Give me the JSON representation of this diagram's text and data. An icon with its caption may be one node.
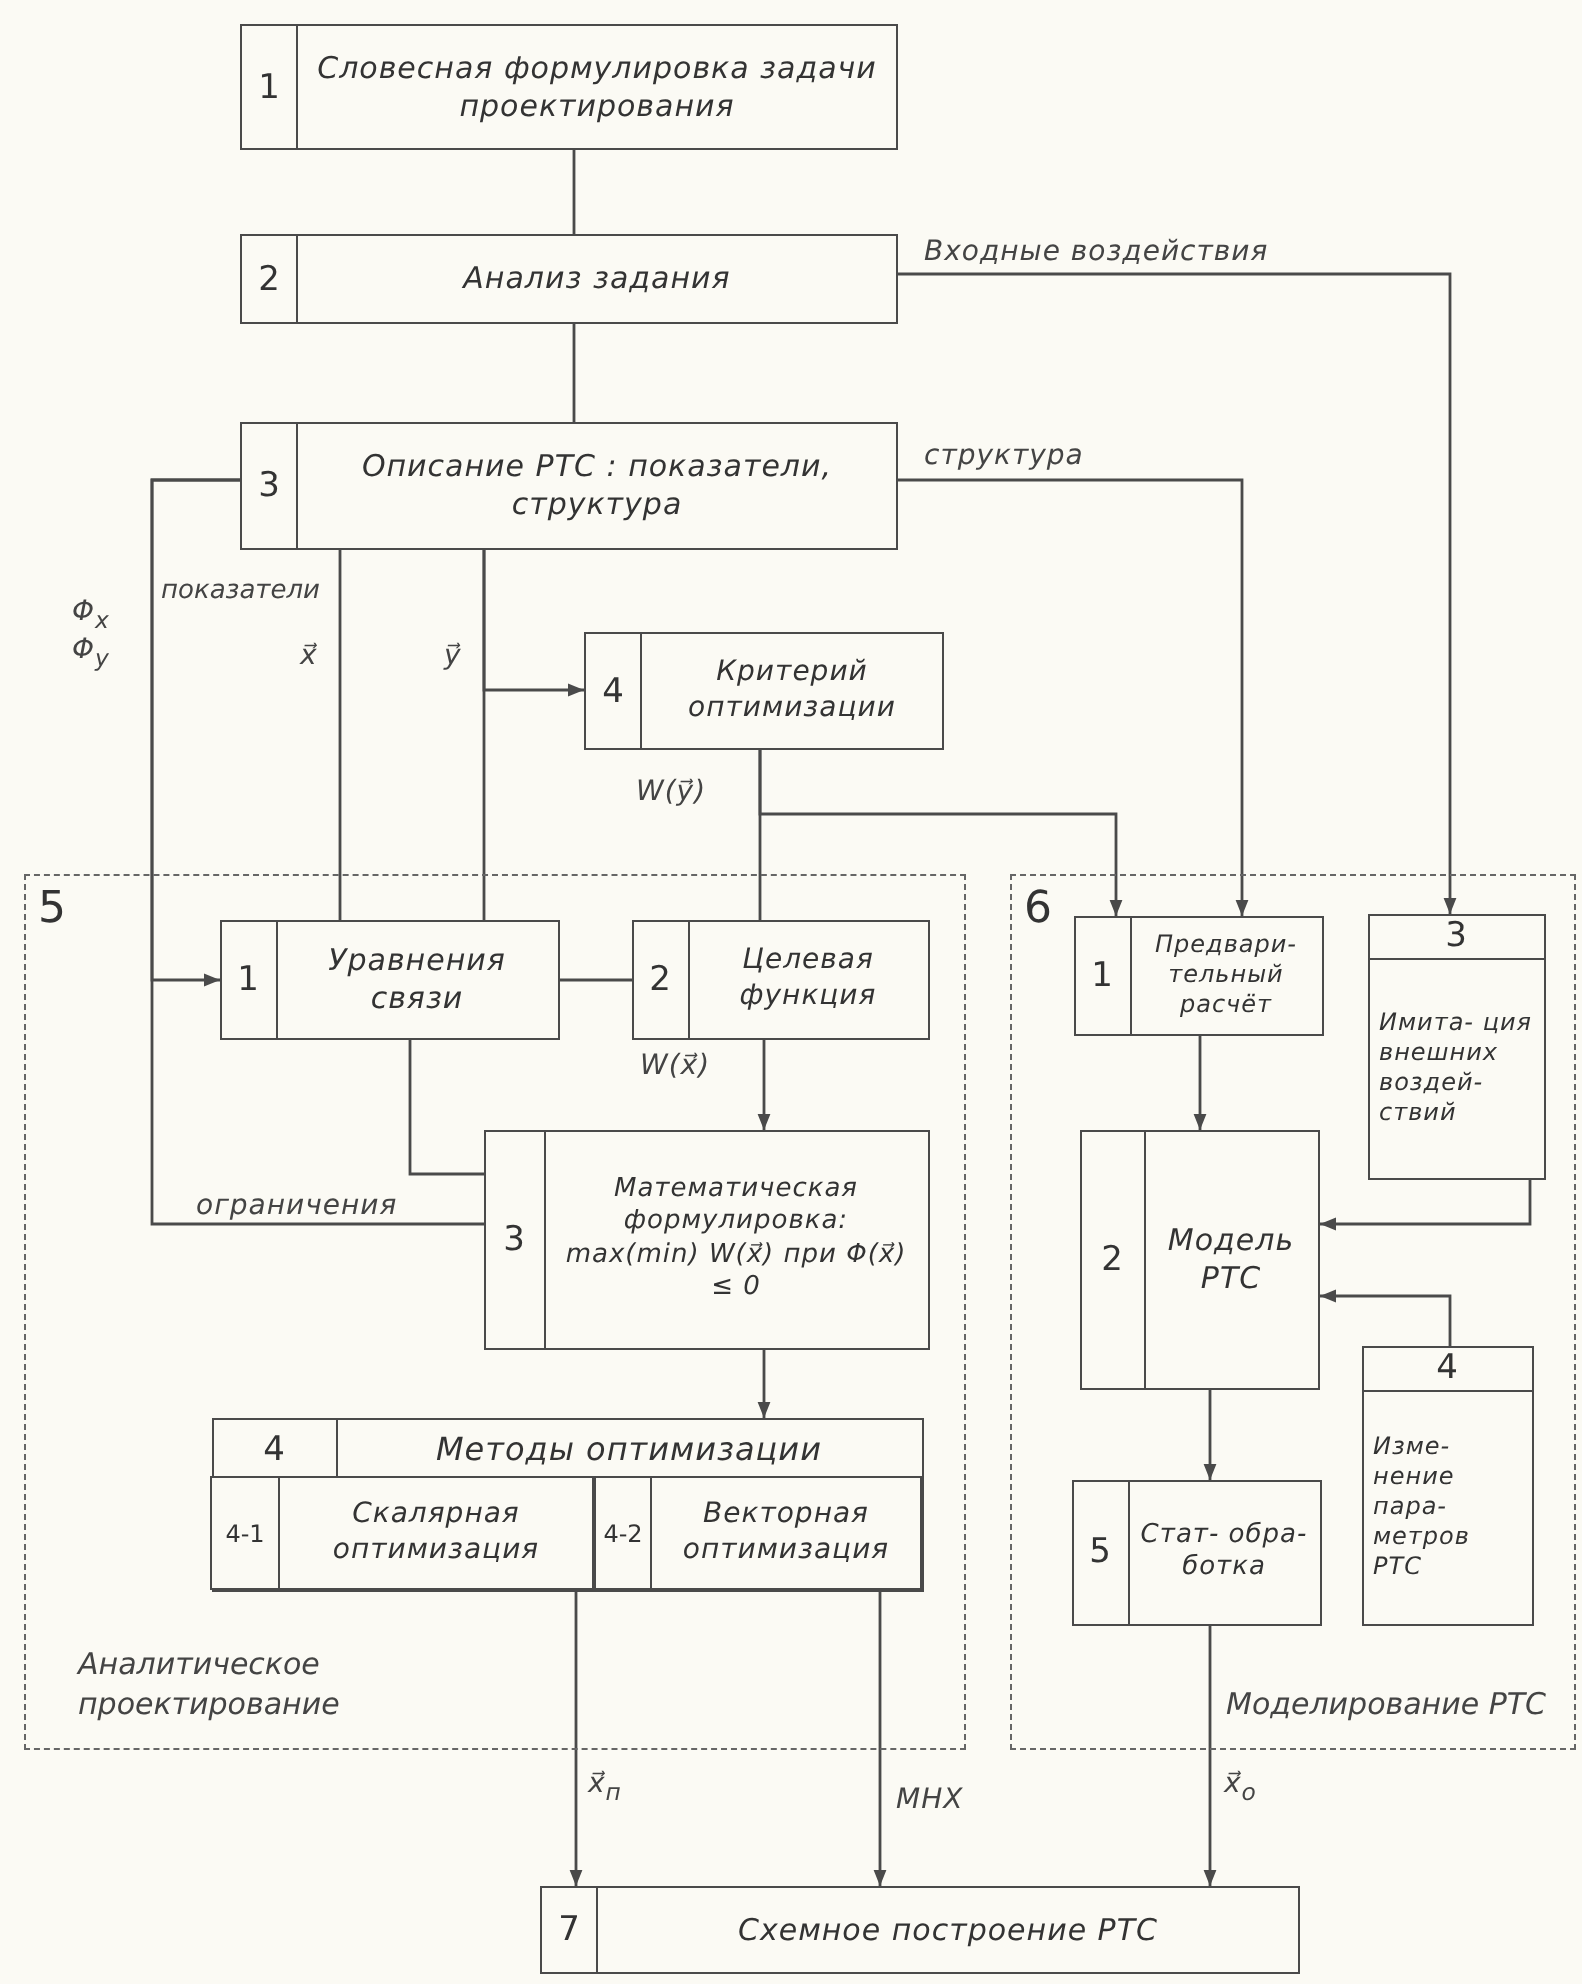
{
  "diagram": {
    "nodes": [
      {
        "text": [
          "1",
          "Словесная формулировка задачи проектирования"
        ]
      },
      {
        "text": [
          "2",
          "Анализ задания"
        ]
      },
      {
        "text": [
          "3",
          "Описание РТС : показатели, структура"
        ]
      },
      {
        "text": [
          "5",
          "Аналитическое проектирование"
        ]
      },
      {
        "text": [
          "6",
          "Моделирование РТС"
        ]
      },
      {
        "text": [
          "4",
          "Критерий оптимизации"
        ]
      },
      {
        "text": [
          "1",
          "Уравнения связи"
        ],
        "in": 3
      },
      {
        "text": [
          "2",
          "Целевая функция"
        ],
        "in": 3
      },
      {
        "text": [
          "3",
          "Математическая формулировка: max(min) W(x⃗) при Φ(x⃗) ≤ 0"
        ],
        "in": 3
      },
      {
        "text": [
          "4",
          "Методы оптимизации"
        ],
        "in": 3
      },
      {
        "text": [
          "4-1",
          "Скалярная оптимизация"
        ],
        "in": 9
      },
      {
        "text": [
          "4-2",
          "Векторная оптимизация"
        ],
        "in": 9
      },
      {
        "text": [
          "1",
          "Предвари- тельный расчёт"
        ],
        "in": 4
      },
      {
        "text": [
          "3",
          "Имита- ция внешних воздей- ствий"
        ],
        "in": 4
      },
      {
        "text": [
          "2",
          "Модель РТС"
        ],
        "in": 4
      },
      {
        "text": [
          "4",
          "Изме- нение пара- метров РТС"
        ],
        "in": 4
      },
      {
        "text": [
          "5",
          "Стат- обра- ботка"
        ],
        "in": 4
      },
      {
        "text": [
          "7",
          "Схемное построение РТС"
        ]
      }
    ],
    "edges": [
      {
        "from": 0,
        "to": 1,
        "arrow": "none"
      },
      {
        "from": 1,
        "to": 2,
        "arrow": "none"
      },
      {
        "from": 1,
        "to": 13,
        "arrow": "to",
        "label": "Входные воздействия"
      },
      {
        "from": 2,
        "to": 12,
        "arrow": "to",
        "label": "структура"
      },
      {
        "from": 2,
        "to": 6,
        "arrow": "none",
        "label": "x⃗"
      },
      {
        "from": 2,
        "to": 6,
        "arrow": "none",
        "label": "y⃗"
      },
      {
        "from": 2,
        "to": 5,
        "arrow": "to"
      },
      {
        "from": 2,
        "to": 6,
        "arrow": "to",
        "label": "Φ$_{x}$ Φ$_{y}$"
      },
      {
        "from": 2,
        "to": 8,
        "arrow": "none",
        "label": "ограничения"
      },
      {
        "from": 5,
        "to": 7,
        "arrow": "none",
        "label": "W(y⃗)"
      },
      {
        "from": 5,
        "to": 12,
        "arrow": "to"
      },
      {
        "from": 6,
        "to": 7,
        "arrow": "none"
      },
      {
        "from": 6,
        "to": 8,
        "arrow": "none"
      },
      {
        "from": 7,
        "to": 8,
        "arrow": "to",
        "label": "W(x⃗)"
      },
      {
        "from": 8,
        "to": 9,
        "arrow": "to"
      },
      {
        "from": 10,
        "to": 17,
        "arrow": "to",
        "label": "x⃗$_{п}$"
      },
      {
        "from": 11,
        "to": 17,
        "arrow": "to",
        "label": "МНХ"
      },
      {
        "from": 12,
        "to": 14,
        "arrow": "to"
      },
      {
        "from": 13,
        "to": 14,
        "arrow": "to"
      },
      {
        "from": 15,
        "to": 14,
        "arrow": "to"
      },
      {
        "from": 14,
        "to": 16,
        "arrow": "to"
      },
      {
        "from": 16,
        "to": 17,
        "arrow": "to",
        "label": "x⃗$_{о}$"
      }
    ],
    "labels": [
      "показатели"
    ]
  }
}
